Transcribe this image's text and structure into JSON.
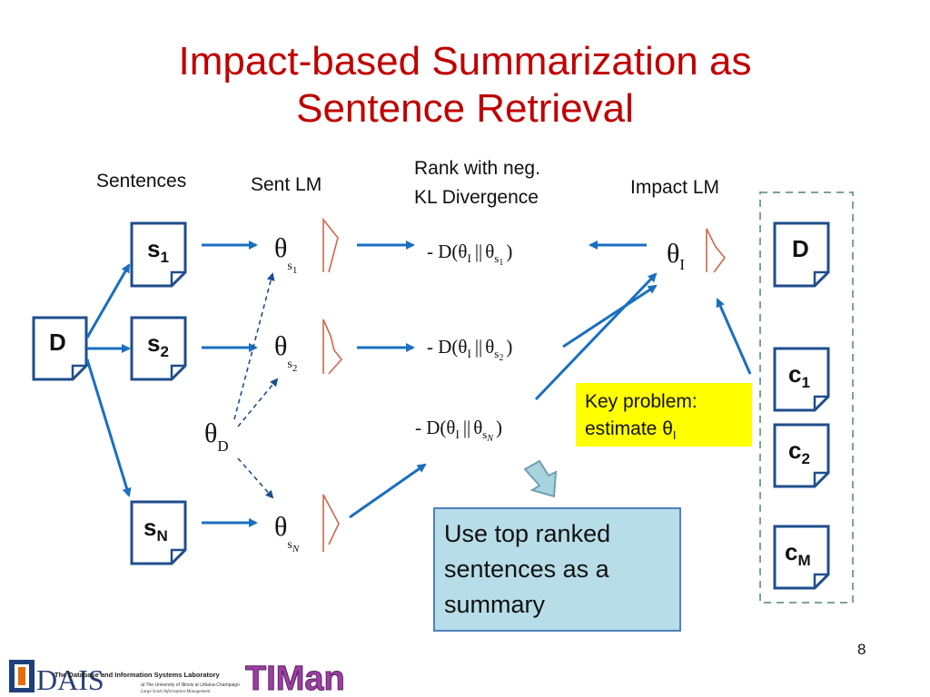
{
  "title": {
    "line1": "Impact-based Summarization as",
    "line2": "Sentence Retrieval"
  },
  "column_labels": {
    "sentences": "Sentences",
    "sent_lm": "Sent LM",
    "rank_line1": "Rank with neg.",
    "rank_line2": "KL Divergence",
    "impact_lm": "Impact LM"
  },
  "documents": {
    "d_left": {
      "main": "D"
    },
    "s1": {
      "main": "s",
      "sub": "1"
    },
    "s2": {
      "main": "s",
      "sub": "2"
    },
    "sN": {
      "main": "s",
      "sub": "N"
    },
    "d_right": {
      "main": "D"
    },
    "c1": {
      "main": "c",
      "sub": "1"
    },
    "c2": {
      "main": "c",
      "sub": "2"
    },
    "cM": {
      "main": "c",
      "sub": "M"
    }
  },
  "models": {
    "theta": "θ",
    "s1_sub": "s",
    "s1_subsub": "1",
    "s2_sub": "s",
    "s2_subsub": "2",
    "sN_sub": "s",
    "sN_subsub": "N",
    "d_sub": "D",
    "i_sub": "I"
  },
  "kl": {
    "prefix": "- D(",
    "theta": "θ",
    "i": "I",
    "sep": "||",
    "s": "s",
    "one": "1",
    "two": "2",
    "n": "N",
    "close": ")"
  },
  "note": {
    "line1": "Key problem:",
    "line2_prefix": "estimate θ",
    "line2_sub": "I"
  },
  "summary_box": "Use top ranked sentences as a summary",
  "page_number": "8",
  "logos": {
    "dais_letters": "DAIS",
    "dais_caption": "The Database and Information Systems Laboratory",
    "dais_sub1": "at The University of Illinois at Urbana-Champaign",
    "dais_sub2": "Large Scale Information Management",
    "timan": "TIMan"
  },
  "colors": {
    "title": "#c00000",
    "doc_border": "#1f4e8c",
    "arrow": "#1a6fbf",
    "dashed": "#1f4e8c",
    "note_bg": "#ffff00",
    "summary_bg": "#b7dde8",
    "lm_curve": "#d2664a"
  }
}
